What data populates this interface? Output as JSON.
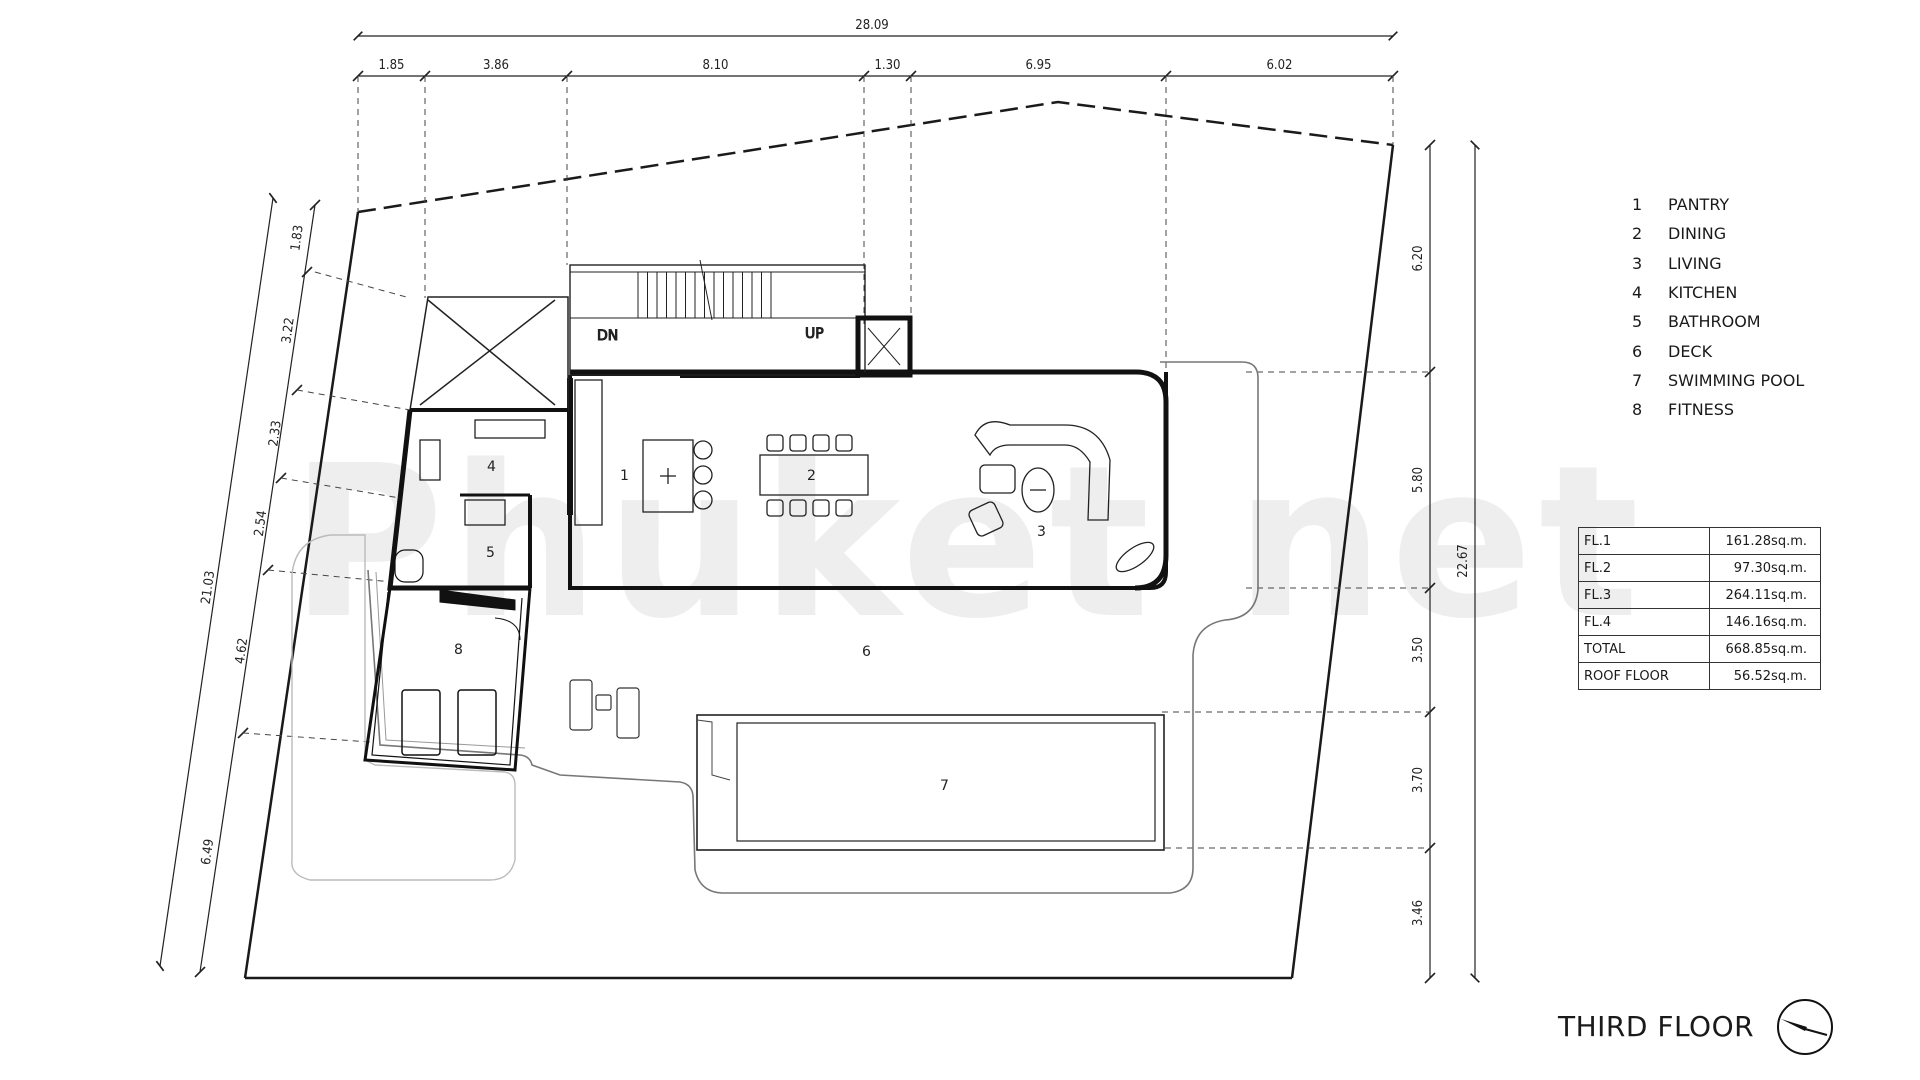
{
  "watermark": "Phuket net",
  "dimensions": {
    "top_total": "28.09",
    "top_segments": [
      "1.85",
      "3.86",
      "8.10",
      "1.30",
      "6.95",
      "6.02"
    ],
    "right_total": "22.67",
    "right_segments": [
      "6.20",
      "5.80",
      "3.50",
      "3.70",
      "3.46"
    ],
    "left_total": "21.03",
    "left_segments": [
      "1.83",
      "3.22",
      "2.33",
      "2.54",
      "4.62",
      "6.49"
    ]
  },
  "stair_labels": {
    "down": "DN",
    "up": "UP"
  },
  "room_numbers": [
    "1",
    "2",
    "3",
    "4",
    "5",
    "6",
    "7",
    "8"
  ],
  "legend": [
    {
      "num": "1",
      "label": "PANTRY"
    },
    {
      "num": "2",
      "label": "DINING"
    },
    {
      "num": "3",
      "label": "LIVING"
    },
    {
      "num": "4",
      "label": "KITCHEN"
    },
    {
      "num": "5",
      "label": "BATHROOM"
    },
    {
      "num": "6",
      "label": "DECK"
    },
    {
      "num": "7",
      "label": "SWIMMING POOL"
    },
    {
      "num": "8",
      "label": "FITNESS"
    }
  ],
  "areas": [
    {
      "floor": "FL.1",
      "value": "161.28",
      "unit": "sq.m."
    },
    {
      "floor": "FL.2",
      "value": "97.30",
      "unit": "sq.m."
    },
    {
      "floor": "FL.3",
      "value": "264.11",
      "unit": "sq.m."
    },
    {
      "floor": "FL.4",
      "value": "146.16",
      "unit": "sq.m."
    },
    {
      "floor": "TOTAL",
      "value": "668.85",
      "unit": "sq.m."
    },
    {
      "floor": "ROOF FLOOR",
      "value": "56.52",
      "unit": "sq.m."
    }
  ],
  "floor_title": "THIRD FLOOR",
  "icons": {
    "north": "north-arrow-icon"
  }
}
